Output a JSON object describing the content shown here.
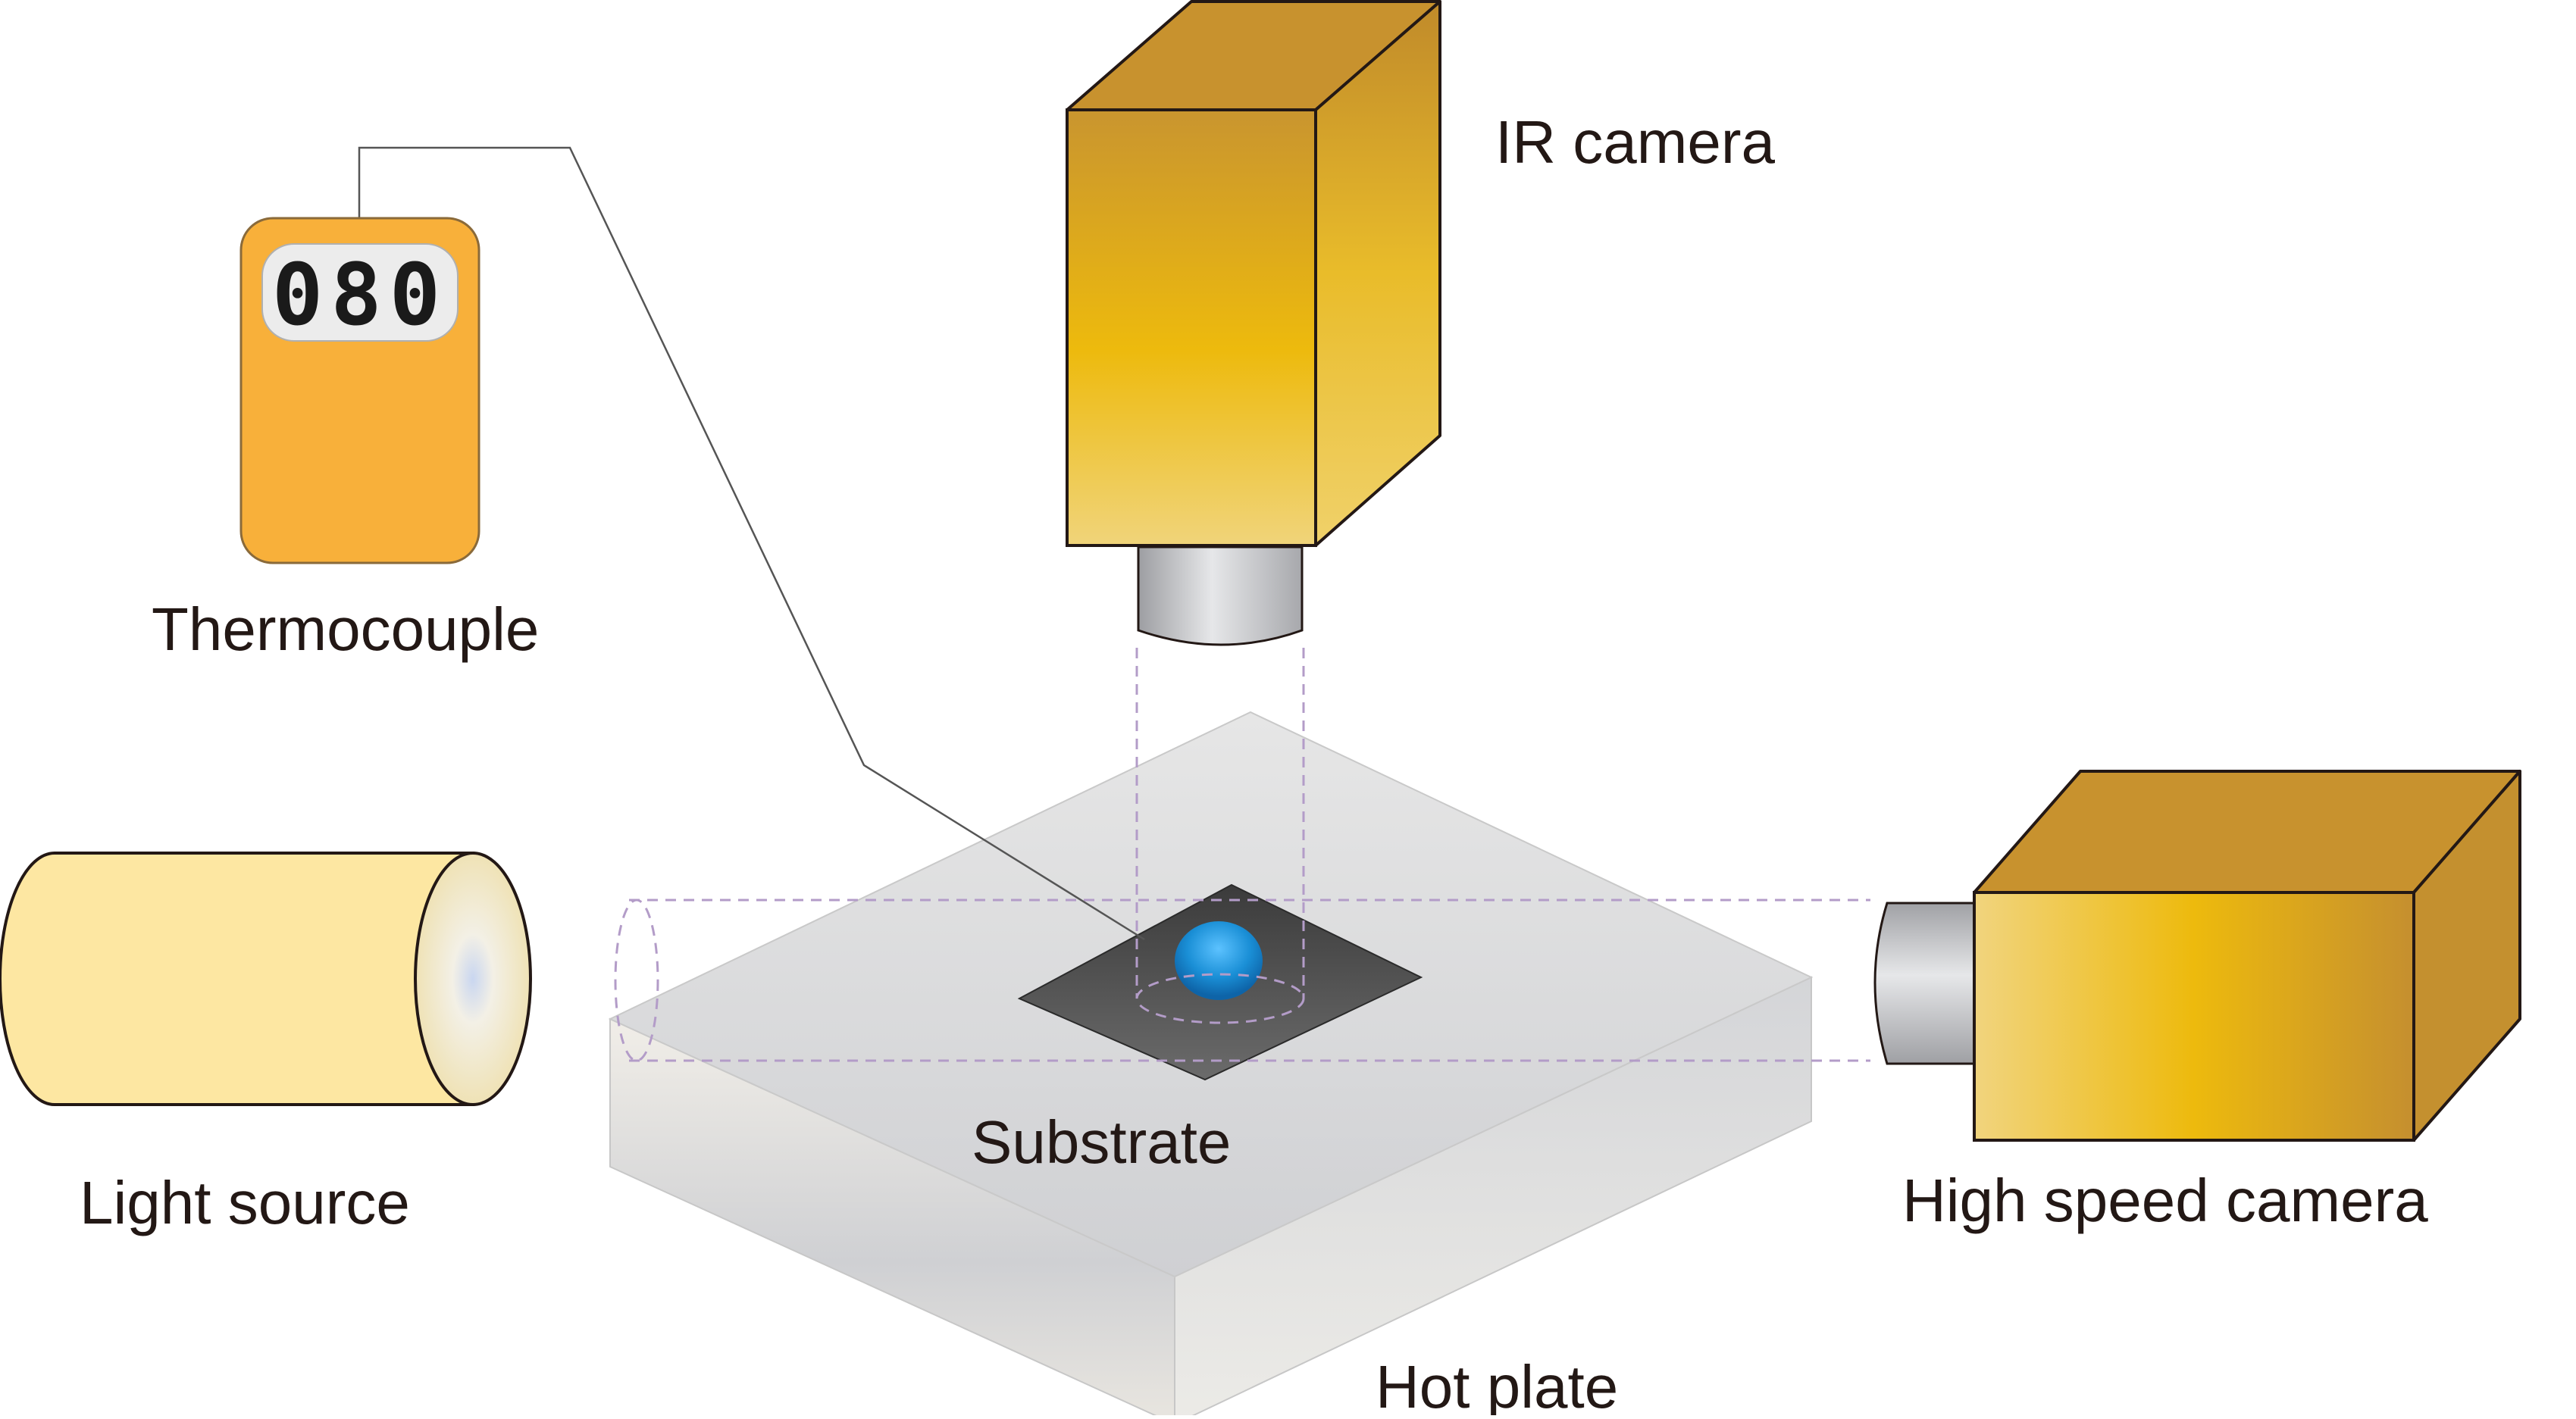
{
  "labels": {
    "ir_camera": "IR camera",
    "thermocouple": "Thermocouple",
    "light_source": "Light source",
    "substrate": "Substrate",
    "high_speed_camera": "High speed camera",
    "hot_plate": "Hot plate"
  },
  "thermocouple_display": "080",
  "colors": {
    "camera_gold": "#edba0d",
    "camera_gold_dark": "#c09030",
    "thermocouple_body": "#f8b03a",
    "display_bg": "#ececec",
    "light_source_body": "#fde7a2",
    "lens_gray": "#bdbec2",
    "hot_plate": "#d9dadc",
    "substrate": "#4a4a4a",
    "droplet": "#1a8fd6",
    "beam_dash": "#b39cc8",
    "outline": "#231815"
  }
}
